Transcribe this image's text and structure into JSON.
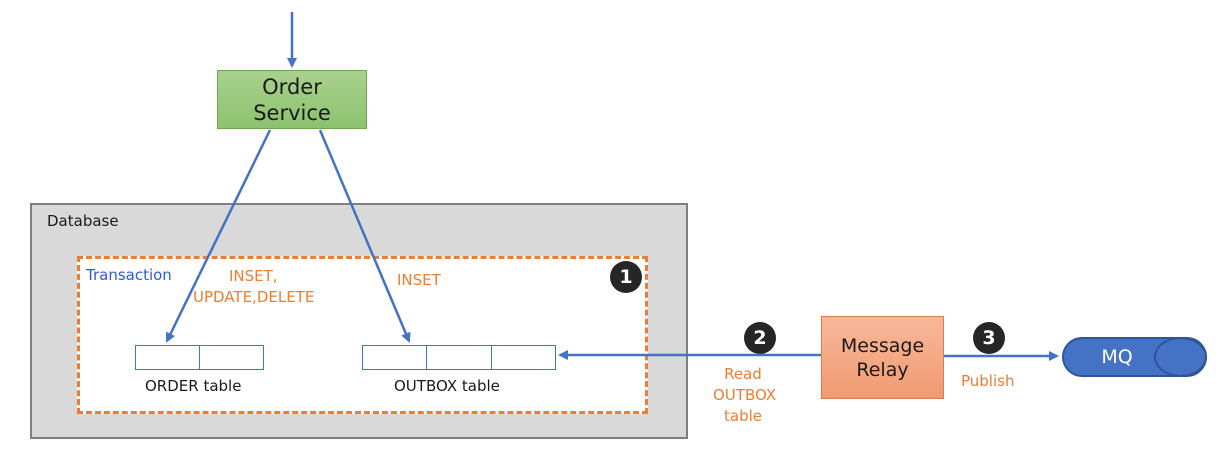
{
  "nodes": {
    "order_service": "Order Service",
    "message_relay": "Message Relay",
    "mq": "MQ"
  },
  "database": {
    "label": "Database",
    "transaction_label": "Transaction",
    "order_table_label": "ORDER table",
    "outbox_table_label": "OUTBOX table"
  },
  "edges": {
    "order_ops_line1": "INSET,",
    "order_ops_line2": "UPDATE,DELETE",
    "outbox_ops": "INSET",
    "read_line1": "Read",
    "read_line2": "OUTBOX",
    "read_line3": "table",
    "publish": "Publish"
  },
  "steps": [
    "1",
    "2",
    "3"
  ],
  "colors": {
    "arrow": "#4472c4",
    "annotation": "#ed7d31",
    "transaction_label": "#2e5bd6",
    "order_service_fill": "#a9d18e",
    "relay_fill": "#f4b183",
    "mq_fill": "#4472c4",
    "database_fill": "#d9d9d9"
  }
}
